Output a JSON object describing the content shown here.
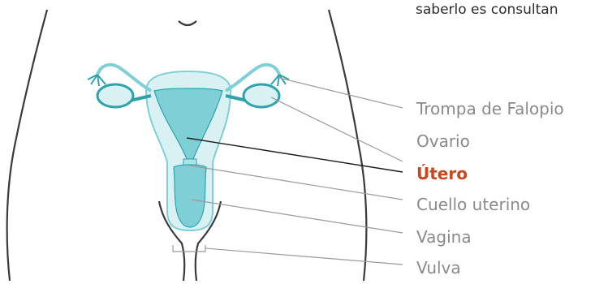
{
  "top_text": "saberlo es consultan",
  "labels": [
    {
      "id": "trompa",
      "text": "Trompa de Falopio",
      "highlight": false
    },
    {
      "id": "ovario",
      "text": "Ovario",
      "highlight": false
    },
    {
      "id": "utero",
      "text": "Útero",
      "highlight": true
    },
    {
      "id": "cuello",
      "text": "Cuello uterino",
      "highlight": false
    },
    {
      "id": "vagina",
      "text": "Vagina",
      "highlight": false
    },
    {
      "id": "vulva",
      "text": "Vulva",
      "highlight": false
    }
  ],
  "colors": {
    "organ_fill": "#7fd0d6",
    "organ_light": "#d9f1f3",
    "organ_outline": "#2ea3ad",
    "body_outline": "#3a3a3a",
    "leader_gray": "#9a9a9a",
    "leader_active": "#1a1a1a",
    "label_gray": "#8a8a8a",
    "highlight": "#c9471f"
  }
}
